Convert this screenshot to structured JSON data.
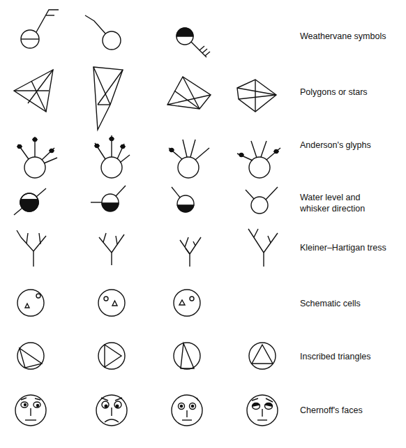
{
  "diagram": {
    "labels": [
      "Weathervane symbols",
      "Polygons or stars",
      "Anderson's glyphs",
      "Water level and whisker direction",
      "Kleiner–Hartigan tress",
      "Schematic cells",
      "Inscribed triangles",
      "Chernoff's faces"
    ]
  }
}
